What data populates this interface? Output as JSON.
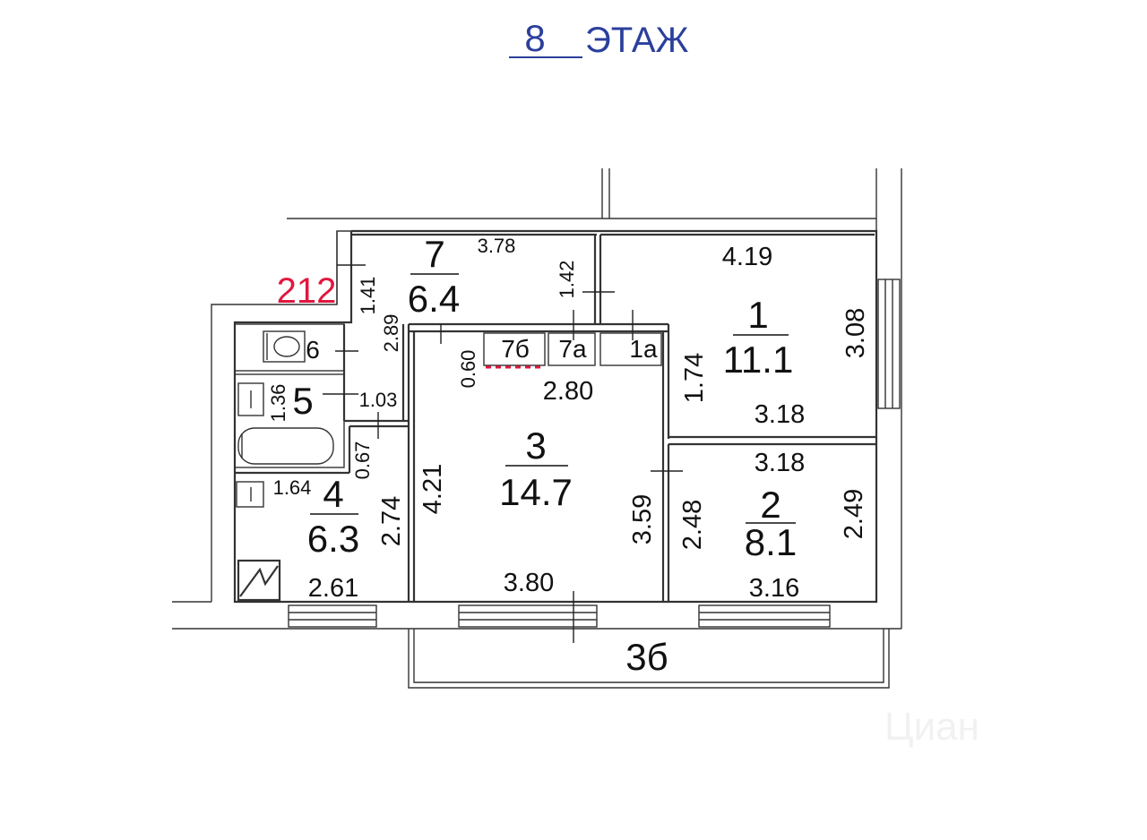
{
  "header": {
    "floor_number": "8",
    "floor_word": "ЭТАЖ",
    "color": "#2b3f9c"
  },
  "apartment_number": {
    "text": "212",
    "color": "#e0173f"
  },
  "rooms": {
    "r1": {
      "num": "1",
      "area": "11.1"
    },
    "r2": {
      "num": "2",
      "area": "8.1"
    },
    "r3": {
      "num": "3",
      "area": "14.7"
    },
    "r4": {
      "num": "4",
      "area": "6.3"
    },
    "r5": {
      "num": "5"
    },
    "r6": {
      "num": "6"
    },
    "r7": {
      "num": "7",
      "area": "6.4"
    },
    "r1a": {
      "num": "1а"
    },
    "r7a": {
      "num": "7а"
    },
    "r7b": {
      "num": "7б"
    },
    "r3b": {
      "num": "3б"
    }
  },
  "dimensions": {
    "d_378": "3.78",
    "d_142": "1.42",
    "d_141": "1.41",
    "d_289": "2.89",
    "d_060": "0.60",
    "d_280": "2.80",
    "d_419": "4.19",
    "d_308": "3.08",
    "d_174": "1.74",
    "d_318a": "3.18",
    "d_318b": "3.18",
    "d_249": "2.49",
    "d_248": "2.48",
    "d_316": "3.16",
    "d_359": "3.59",
    "d_421": "4.21",
    "d_380": "3.80",
    "d_274": "2.74",
    "d_261": "2.61",
    "d_164": "1.64",
    "d_067": "0.67",
    "d_136": "1.36",
    "d_103": "1.03"
  },
  "watermark": "Циан"
}
